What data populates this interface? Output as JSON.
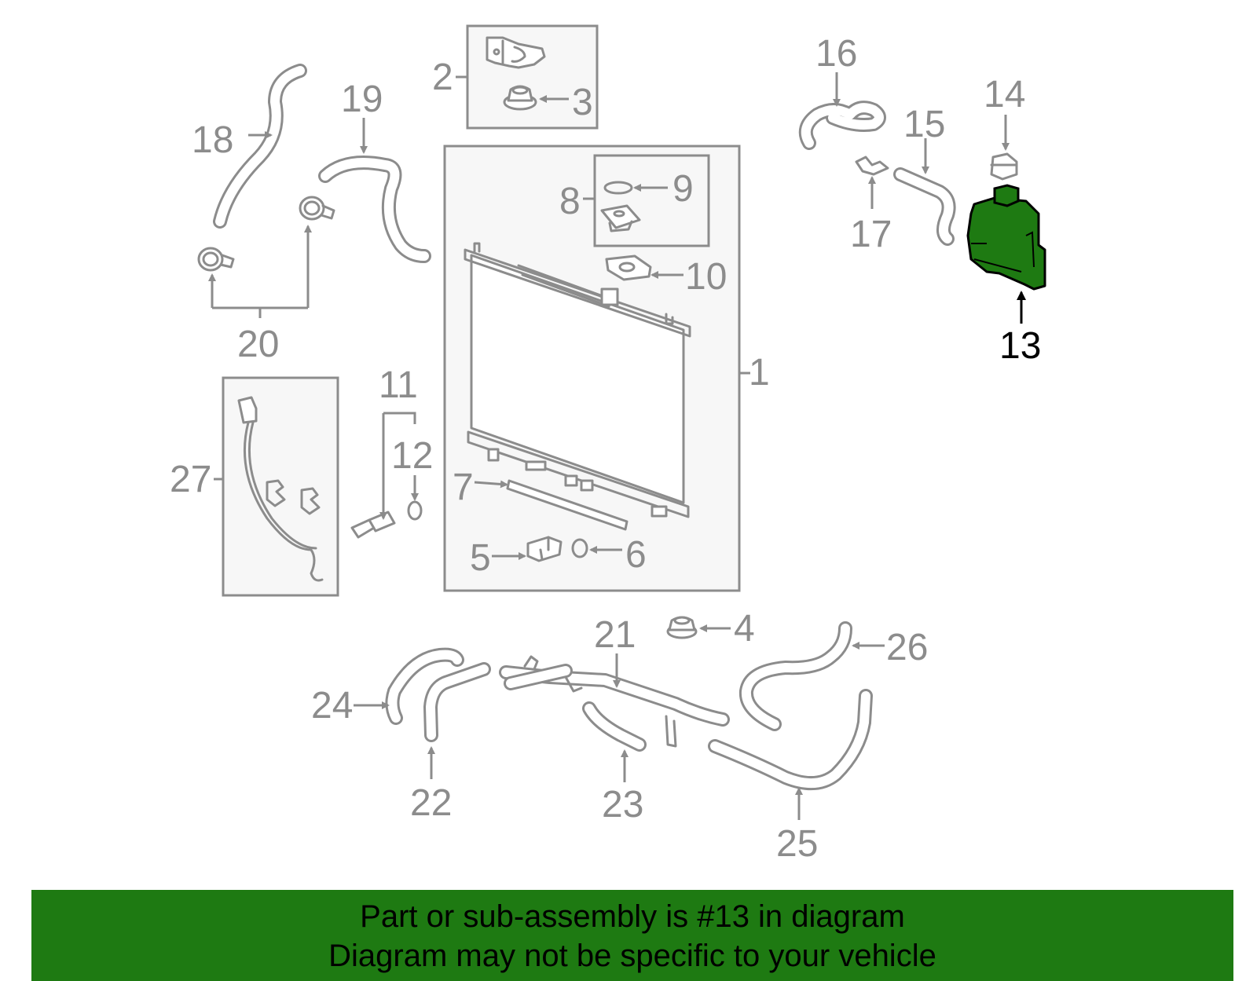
{
  "highlight": {
    "part": "13",
    "color": "#1e7a12"
  },
  "labels": {
    "l1": "1",
    "l2": "2",
    "l3": "3",
    "l4": "4",
    "l5": "5",
    "l6": "6",
    "l7": "7",
    "l8": "8",
    "l9": "9",
    "l10": "10",
    "l11": "11",
    "l12": "12",
    "l13": "13",
    "l14": "14",
    "l15": "15",
    "l16": "16",
    "l17": "17",
    "l18": "18",
    "l19": "19",
    "l20": "20",
    "l21": "21",
    "l22": "22",
    "l23": "23",
    "l24": "24",
    "l25": "25",
    "l26": "26",
    "l27": "27"
  },
  "banner": {
    "line1": "Part or sub-assembly is #13 in diagram",
    "line2": "Diagram may not be specific to your vehicle",
    "color": "#1e7a12"
  }
}
